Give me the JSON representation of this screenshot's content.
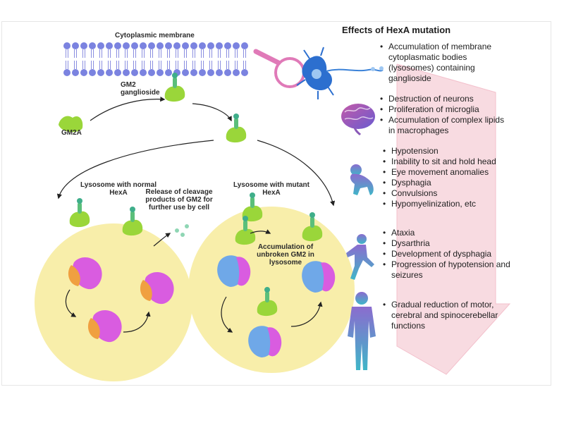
{
  "diagram": {
    "labels": {
      "membrane": "Cytoplasmic membrane",
      "gm2_ganglioside": [
        "GM2",
        "ganglioside"
      ],
      "gm2a": "GM2A",
      "lysosome_normal": [
        "Lysosome with normal",
        "HexA"
      ],
      "release": [
        "Release of cleavage",
        "products of GM2 for",
        "further use by cell"
      ],
      "lysosome_mutant": [
        "Lysosome with mutant",
        "HexA"
      ],
      "accumulation": [
        "Accumulation of",
        "unbroken GM2 in",
        "lysosome"
      ]
    },
    "effects_title": "Effects of HexA mutation",
    "effects": [
      {
        "icon": "neuron-magnifier-icon",
        "items": [
          "Accumulation of membrane cytoplasmatic bodies (lysosomes) containing ganglioside"
        ]
      },
      {
        "icon": "brain-icon",
        "items": [
          "Destruction of neurons",
          "Proliferation of microglia",
          "Accumulation of complex lipids in macrophages"
        ]
      },
      {
        "icon": "crawling-baby-icon",
        "items": [
          "Hypotension",
          "Inability to sit and hold head",
          "Eye movement anomalies",
          "Dysphagia",
          "Convulsions",
          "Hypomyelinization, etc"
        ]
      },
      {
        "icon": "running-child-icon",
        "items": [
          "Ataxia",
          "Dysarthria",
          "Development of dysphagia",
          "Progression of hypotension and seizures"
        ]
      },
      {
        "icon": "standing-adult-icon",
        "items": [
          "Gradual reduction of motor, cerebral and spinocerebellar functions"
        ]
      }
    ],
    "colors": {
      "membrane_heads": "#7b83e0",
      "gm2_green": "#9ad63a",
      "lysosome_fill": "#f8eeaa",
      "hexa_magenta": "#d95ce0",
      "mutant_blue": "#6fa8e8",
      "progress_arrow": "#f6d2da",
      "magnifier": "#e07ab8",
      "neuron_blue": "#2c6fcf",
      "figure_gradient_top": "#8b6ccf",
      "figure_gradient_bottom": "#3fb6c8"
    }
  }
}
